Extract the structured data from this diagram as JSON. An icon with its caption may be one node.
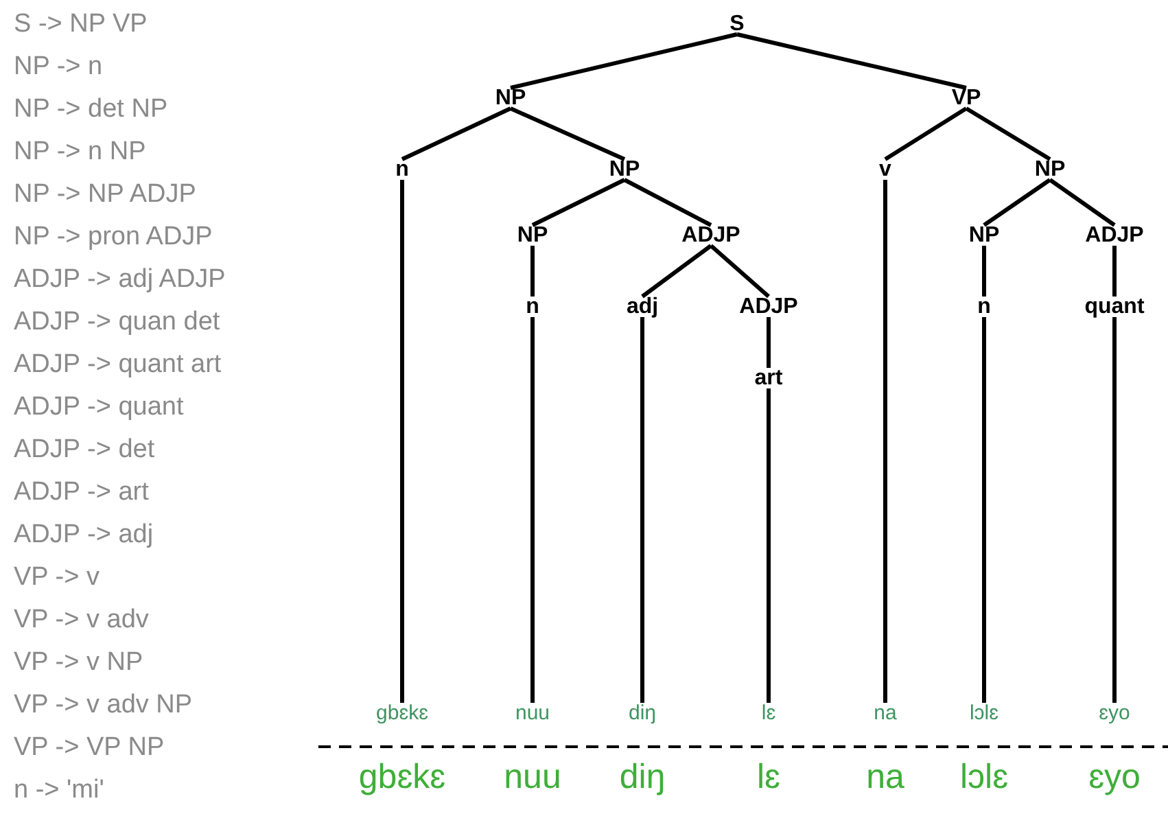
{
  "diagram": {
    "nodes": [
      {
        "text": [
          "S"
        ]
      },
      {
        "text": [
          "NP"
        ]
      },
      {
        "text": [
          "VP"
        ]
      },
      {
        "text": [
          "n"
        ]
      },
      {
        "text": [
          "NP"
        ]
      },
      {
        "text": [
          "v"
        ]
      },
      {
        "text": [
          "NP"
        ]
      },
      {
        "text": [
          "NP"
        ]
      },
      {
        "text": [
          "ADJP"
        ]
      },
      {
        "text": [
          "NP"
        ]
      },
      {
        "text": [
          "ADJP"
        ]
      },
      {
        "text": [
          "n"
        ]
      },
      {
        "text": [
          "adj"
        ]
      },
      {
        "text": [
          "ADJP"
        ]
      },
      {
        "text": [
          "n"
        ]
      },
      {
        "text": [
          "quant"
        ]
      },
      {
        "text": [
          "art"
        ]
      },
      {
        "text": [
          "gbɛkɛ"
        ]
      },
      {
        "text": [
          "nuu"
        ]
      },
      {
        "text": [
          "diŋ"
        ]
      },
      {
        "text": [
          "lɛ"
        ]
      },
      {
        "text": [
          "na"
        ]
      },
      {
        "text": [
          "lɔlɛ"
        ]
      },
      {
        "text": [
          "ɛyo"
        ]
      }
    ],
    "edges": [
      {
        "from": 0,
        "to": 1,
        "arrow": "none"
      },
      {
        "from": 0,
        "to": 2,
        "arrow": "none"
      },
      {
        "from": 1,
        "to": 3,
        "arrow": "none"
      },
      {
        "from": 1,
        "to": 4,
        "arrow": "none"
      },
      {
        "from": 2,
        "to": 5,
        "arrow": "none"
      },
      {
        "from": 2,
        "to": 6,
        "arrow": "none"
      },
      {
        "from": 4,
        "to": 7,
        "arrow": "none"
      },
      {
        "from": 4,
        "to": 8,
        "arrow": "none"
      },
      {
        "from": 6,
        "to": 9,
        "arrow": "none"
      },
      {
        "from": 6,
        "to": 10,
        "arrow": "none"
      },
      {
        "from": 7,
        "to": 11,
        "arrow": "none"
      },
      {
        "from": 8,
        "to": 12,
        "arrow": "none"
      },
      {
        "from": 8,
        "to": 13,
        "arrow": "none"
      },
      {
        "from": 9,
        "to": 14,
        "arrow": "none"
      },
      {
        "from": 10,
        "to": 15,
        "arrow": "none"
      },
      {
        "from": 13,
        "to": 16,
        "arrow": "none"
      },
      {
        "from": 3,
        "to": 17,
        "arrow": "none"
      },
      {
        "from": 11,
        "to": 18,
        "arrow": "none"
      },
      {
        "from": 12,
        "to": 19,
        "arrow": "none"
      },
      {
        "from": 16,
        "to": 20,
        "arrow": "none"
      },
      {
        "from": 5,
        "to": 21,
        "arrow": "none"
      },
      {
        "from": 14,
        "to": 22,
        "arrow": "none"
      },
      {
        "from": 15,
        "to": 23,
        "arrow": "none"
      }
    ],
    "labels": [
      "S -> NP VP",
      "NP -> n",
      "NP -> det NP",
      "NP -> n NP",
      "NP -> NP ADJP",
      "NP -> pron ADJP",
      "ADJP -> adj ADJP",
      "ADJP -> quan det",
      "ADJP -> quant art",
      "ADJP -> quant",
      "ADJP -> det",
      "ADJP -> art",
      "ADJP -> adj",
      "VP -> v",
      "VP -> v adv",
      "VP -> v NP",
      "VP -> v adv NP",
      "VP -> VP NP",
      "n -> 'mi'",
      "gbɛkɛ",
      "nuu",
      "diŋ",
      "lɛ",
      "na",
      "lɔlɛ",
      "ɛyo"
    ]
  }
}
